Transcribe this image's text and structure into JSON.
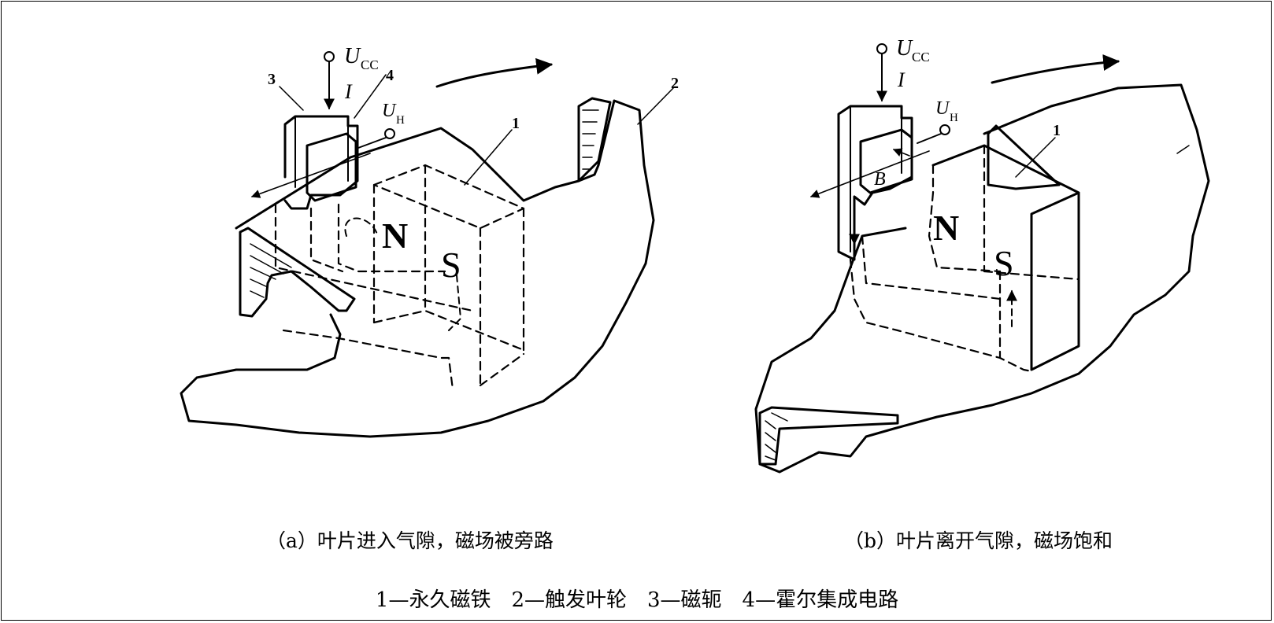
{
  "figure_a": {
    "caption": "（a）叶片进入气隙，磁场被旁路",
    "labels": {
      "num_1": "1",
      "num_2": "2",
      "num_3": "3",
      "num_4": "4",
      "ucc_main": "U",
      "ucc_sub": "CC",
      "current": "I",
      "uh_main": "U",
      "uh_sub": "H",
      "north": "N",
      "south": "S"
    }
  },
  "figure_b": {
    "caption": "（b）叶片离开气隙，磁场饱和",
    "labels": {
      "num_1": "1",
      "ucc_main": "U",
      "ucc_sub": "CC",
      "current": "I",
      "uh_main": "U",
      "uh_sub": "H",
      "field": "B",
      "north": "N",
      "south": "S"
    }
  },
  "legend": "1—永久磁铁　2—触发叶轮　3—磁轭　4—霍尔集成电路"
}
